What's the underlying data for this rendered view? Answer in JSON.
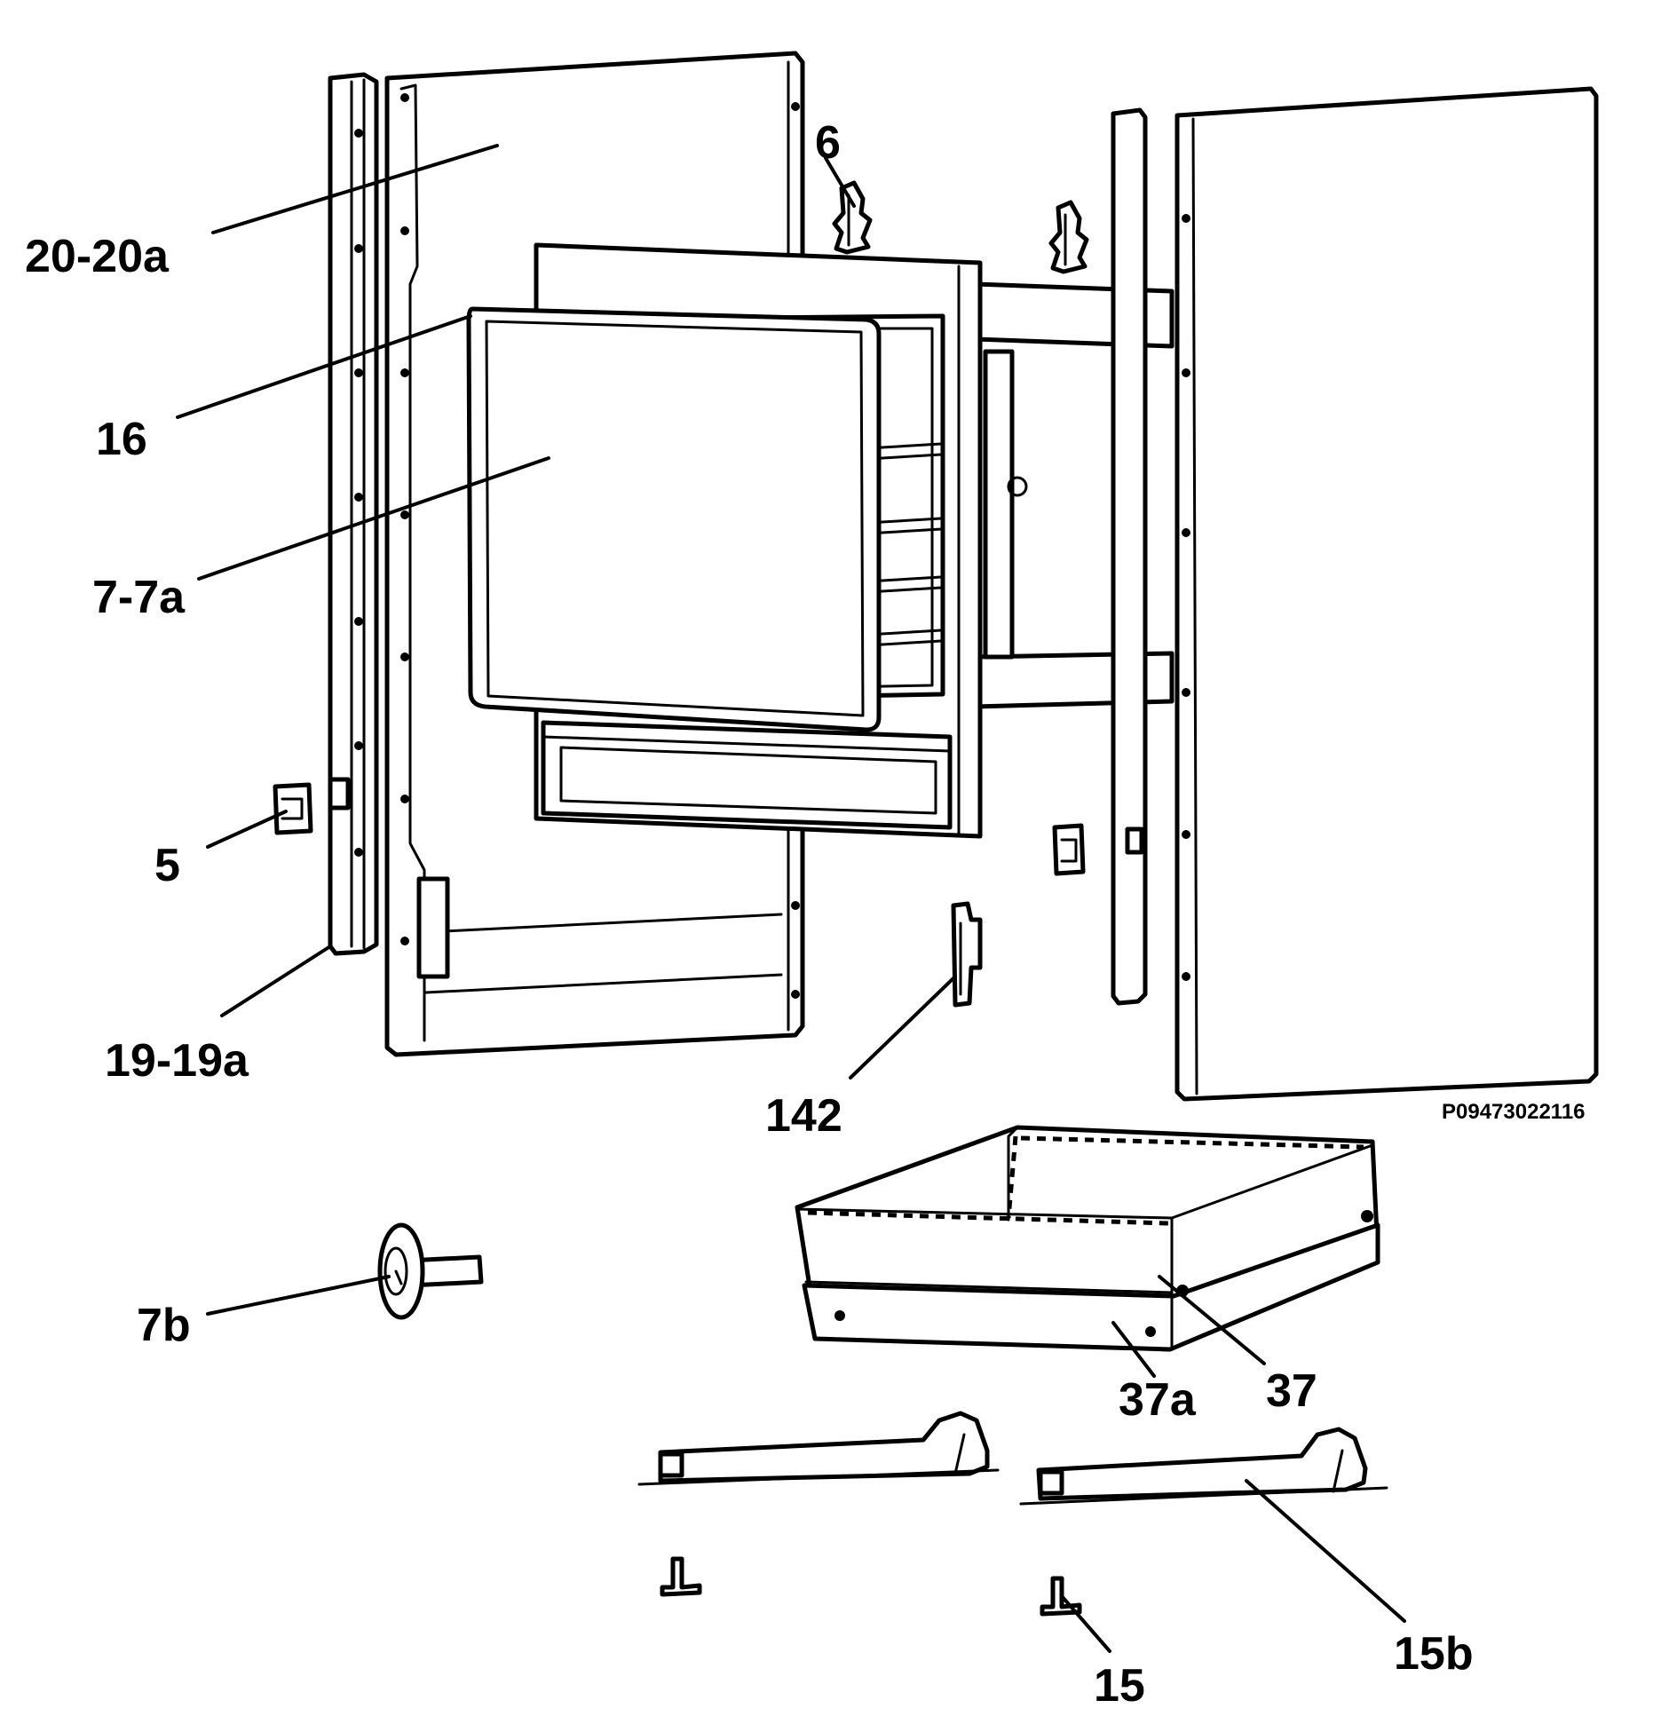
{
  "labels": {
    "l20": "20-20a",
    "l6": "6",
    "l16": "16",
    "l7": "7-7a",
    "l5": "5",
    "l19": "19-19a",
    "l142": "142",
    "l7b": "7b",
    "l37a": "37a",
    "l37": "37",
    "l15": "15",
    "l15b": "15b"
  },
  "drawing_code": "P09473022116"
}
